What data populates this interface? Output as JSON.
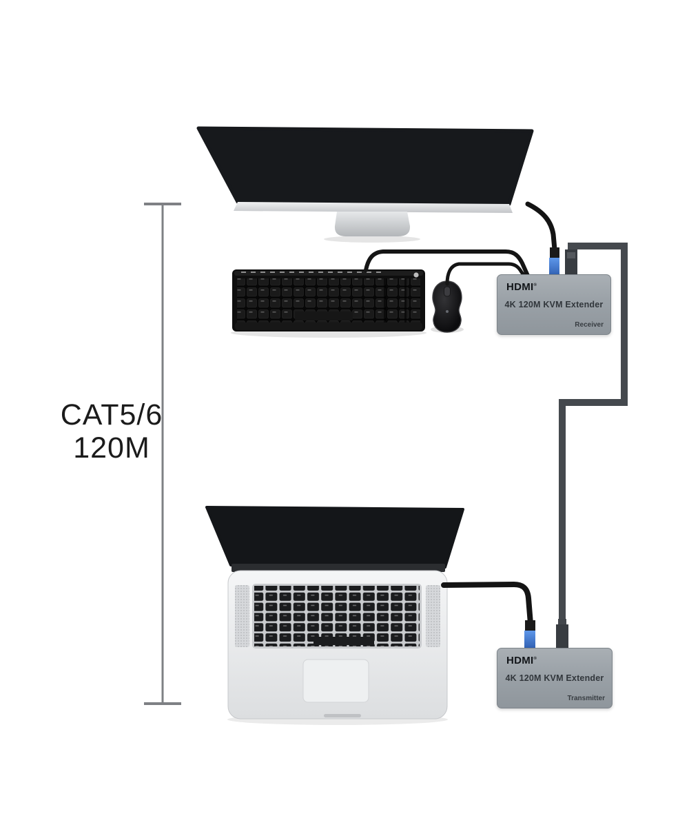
{
  "labels": {
    "cable_type": "CAT5/6",
    "cable_length": "120M"
  },
  "receiver": {
    "brand": "HDMI",
    "brand_mark": "®",
    "title": "4K 120M KVM Extender",
    "role": "Receiver"
  },
  "transmitter": {
    "brand": "HDMI",
    "brand_mark": "®",
    "title": "4K 120M KVM Extender",
    "role": "Transmitter"
  },
  "colors": {
    "cat_cable": "#45494e",
    "hdmi_plug_blue": "#3e76d0",
    "box_gray": "#9aa1a7",
    "measure_line": "#7e8084"
  }
}
